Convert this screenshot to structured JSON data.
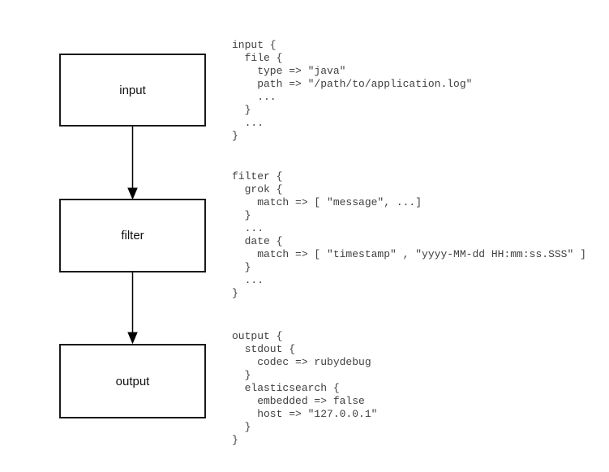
{
  "diagram": {
    "nodes": [
      {
        "id": "input",
        "label": "input"
      },
      {
        "id": "filter",
        "label": "filter"
      },
      {
        "id": "output",
        "label": "output"
      }
    ],
    "arrows": [
      {
        "from": "input",
        "to": "filter"
      },
      {
        "from": "filter",
        "to": "output"
      }
    ]
  },
  "code_blocks": [
    {
      "id": "input-config",
      "lines": [
        "input {",
        "  file {",
        "    type => \"java\"",
        "    path => \"/path/to/application.log\"",
        "    ...",
        "  }",
        "  ...",
        "}"
      ]
    },
    {
      "id": "filter-config",
      "lines": [
        "filter {",
        "  grok {",
        "    match => [ \"message\", ...]",
        "  }",
        "  ...",
        "  date {",
        "    match => [ \"timestamp\" , \"yyyy-MM-dd HH:mm:ss.SSS\" ]",
        "  }",
        "  ...",
        "}"
      ]
    },
    {
      "id": "output-config",
      "lines": [
        "output {",
        "  stdout {",
        "    codec => rubydebug",
        "  }",
        "  elasticsearch {",
        "    embedded => false",
        "    host => \"127.0.0.1\"",
        "  }",
        "}"
      ]
    }
  ],
  "colors": {
    "background": "#ffffff",
    "box_border": "#1a1a1a",
    "box_fill": "#ffffff",
    "label_text": "#111111",
    "code_text": "#404040",
    "arrow": "#000000"
  }
}
